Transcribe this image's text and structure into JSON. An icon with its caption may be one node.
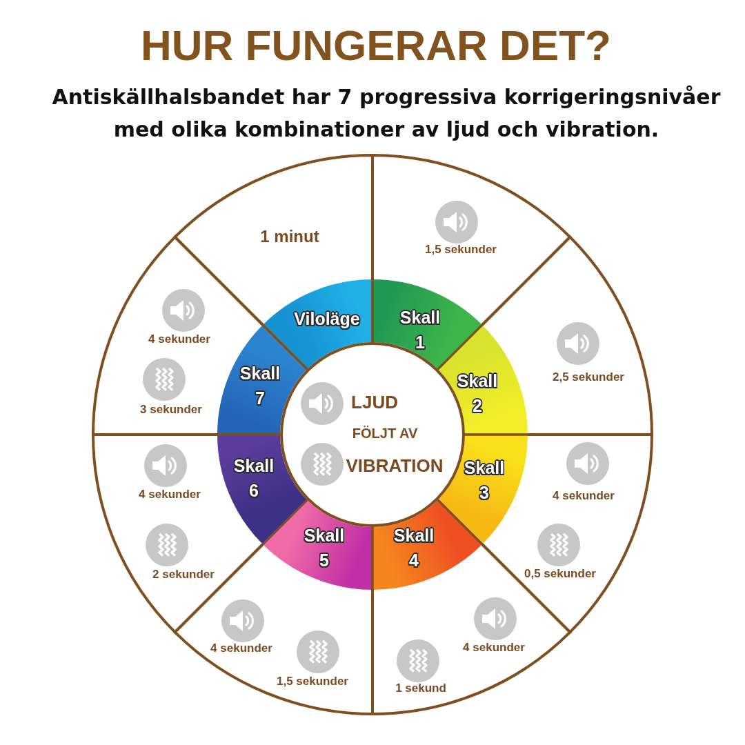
{
  "diagram": {
    "title": "HUR FUNGERAR DET?",
    "nodes": [
      {
        "text": [
          "1 minut"
        ]
      },
      {
        "text": [
          "1,5 sekunder"
        ]
      },
      {
        "text": [
          "2,5 sekunder"
        ]
      },
      {
        "text": [
          "4 sekunder",
          "0,5 sekunder"
        ]
      },
      {
        "text": [
          "4 sekunder",
          "1 sekund"
        ]
      },
      {
        "text": [
          "4 sekunder",
          "1,5 sekunder"
        ]
      },
      {
        "text": [
          "4 sekunder",
          "2 sekunder"
        ]
      },
      {
        "text": [
          "4 sekunder",
          "3 sekunder"
        ]
      },
      {
        "text": [
          "Viloläge"
        ]
      },
      {
        "text": [
          "Skall 1"
        ]
      },
      {
        "text": [
          "Skall 2"
        ]
      },
      {
        "text": [
          "Skall 3"
        ]
      },
      {
        "text": [
          "Skall 4"
        ]
      },
      {
        "text": [
          "Skall 5"
        ]
      },
      {
        "text": [
          "Skall 6"
        ]
      },
      {
        "text": [
          "Skall 7"
        ]
      },
      {
        "text": [
          "LJUD",
          "FÖLJT AV",
          "VIBRATION"
        ]
      }
    ],
    "labels": [
      "Antiskällhalsbandet har 7 progressiva korrigeringsnivåer med olika kombinationer av ljud och vibration."
    ]
  }
}
